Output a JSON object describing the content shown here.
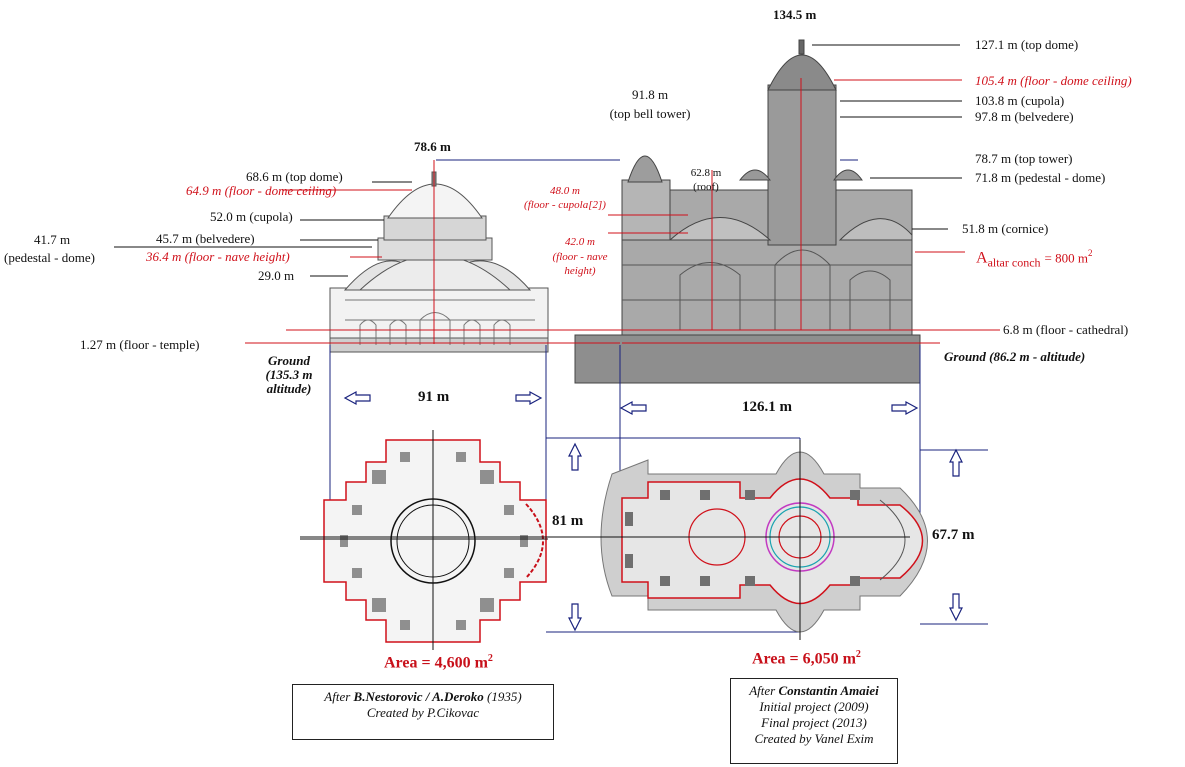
{
  "left_elevation": {
    "top": "78.6 m",
    "labels": {
      "top_dome": "68.6 m (top dome)",
      "floor_dome_ceiling": "64.9 m (floor - dome ceiling)",
      "cupola": "52.0 m (cupola)",
      "pedestal_val": "41.7 m",
      "pedestal_txt": "(pedestal - dome)",
      "belvedere": "45.7 m (belvedere)",
      "nave": "36.4 m (floor - nave height)",
      "m29": "29.0 m",
      "floor_temple": "1.27 m (floor - temple)",
      "ground": "Ground",
      "ground_alt1": "(135.3 m",
      "ground_alt2": "altitude)"
    },
    "width": "91 m"
  },
  "right_elevation": {
    "top": "134.5 m",
    "labels": {
      "top_dome": "127.1 m (top dome)",
      "floor_dome_ceiling": "105.4 m (floor - dome ceiling)",
      "cupola": "103.8 m (cupola)",
      "belvedere": "97.8 m (belvedere)",
      "bell_val": "91.8 m",
      "bell_txt": "(top bell tower)",
      "top_tower": "78.7 m (top tower)",
      "pedestal": "71.8 m (pedestal - dome)",
      "roof_val": "62.8 m",
      "roof_txt": "(roof)",
      "cupola2_val": "48.0 m",
      "cupola2_txt": "(floor - cupola[2])",
      "nave_val": "42.0 m",
      "nave_txt1": "(floor - nave",
      "nave_txt2": "height)",
      "cornice": "51.8 m (cornice)",
      "altar_a": "A",
      "altar_sub": "altar conch",
      "altar_val": "= 800 m",
      "floor_cathedral": "6.8 m (floor - cathedral)",
      "ground": "Ground (86.2 m - altitude)"
    },
    "width": "126.1 m"
  },
  "plans": {
    "left_depth": "81 m",
    "right_depth": "67.7 m",
    "left_area": "Area = 4,600 m",
    "right_area": "Area = 6,050 m",
    "sup": "2"
  },
  "credits": {
    "left_line1_a": "After ",
    "left_line1_b": "B.Nestorovic / A.Deroko",
    "left_line1_c": " (1935)",
    "left_line2": "Created by P.Cikovac",
    "right_line1_a": "After ",
    "right_line1_b": "Constantin Amaiei",
    "right_line2": "Initial project (2009)",
    "right_line3": "Final project (2013)",
    "right_line4": "Created by Vanel Exim"
  },
  "colors": {
    "red": "#d0101a",
    "navy": "#1a237e",
    "building": "#9a9a9a"
  }
}
